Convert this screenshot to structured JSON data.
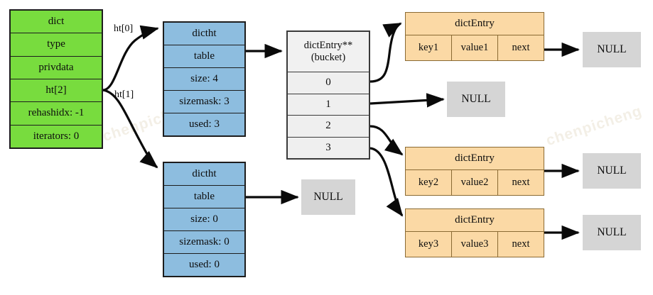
{
  "diagram": {
    "title": "Redis dict / dictht / dictEntry structure",
    "colors": {
      "dict_fill": "#78dc3e",
      "dictht_fill": "#8dbddf",
      "bucket_fill": "#f1f1f1",
      "entry_fill": "#fbd9a5",
      "null_fill": "#d5d5d5",
      "stroke": "#1d1d1d"
    },
    "watermarks": [
      "chenpicheng",
      "chenpicheng"
    ]
  },
  "dict": {
    "name": "dict-struct",
    "rows": [
      {
        "label": "dict"
      },
      {
        "label": "type"
      },
      {
        "label": "privdata"
      },
      {
        "label": "ht[2]"
      },
      {
        "label": "rehashidx: -1"
      },
      {
        "label": "iterators: 0"
      }
    ]
  },
  "edge_labels": {
    "ht0": "ht[0]",
    "ht1": "ht[1]"
  },
  "dictht0": {
    "name": "dictht-0",
    "rows": [
      {
        "label": "dictht"
      },
      {
        "label": "table"
      },
      {
        "label": "size: 4"
      },
      {
        "label": "sizemask: 3"
      },
      {
        "label": "used: 3"
      }
    ]
  },
  "dictht1": {
    "name": "dictht-1",
    "rows": [
      {
        "label": "dictht"
      },
      {
        "label": "table"
      },
      {
        "label": "size: 0"
      },
      {
        "label": "sizemask: 0"
      },
      {
        "label": "used: 0"
      }
    ]
  },
  "bucket": {
    "name": "bucket-array",
    "header_line1": "dictEntry**",
    "header_line2": "(bucket)",
    "indices": [
      "0",
      "1",
      "2",
      "3"
    ]
  },
  "entries": [
    {
      "name": "dict-entry-1",
      "header": "dictEntry",
      "key": "key1",
      "value": "value1",
      "next": "next"
    },
    {
      "name": "dict-entry-2",
      "header": "dictEntry",
      "key": "key2",
      "value": "value2",
      "next": "next"
    },
    {
      "name": "dict-entry-3",
      "header": "dictEntry",
      "key": "key3",
      "value": "value3",
      "next": "next"
    }
  ],
  "nulls": [
    {
      "name": "null-entry1-next",
      "label": "NULL"
    },
    {
      "name": "null-bucket-1",
      "label": "NULL"
    },
    {
      "name": "null-dictht1-table",
      "label": "NULL"
    },
    {
      "name": "null-entry2-next",
      "label": "NULL"
    },
    {
      "name": "null-entry3-next",
      "label": "NULL"
    }
  ]
}
